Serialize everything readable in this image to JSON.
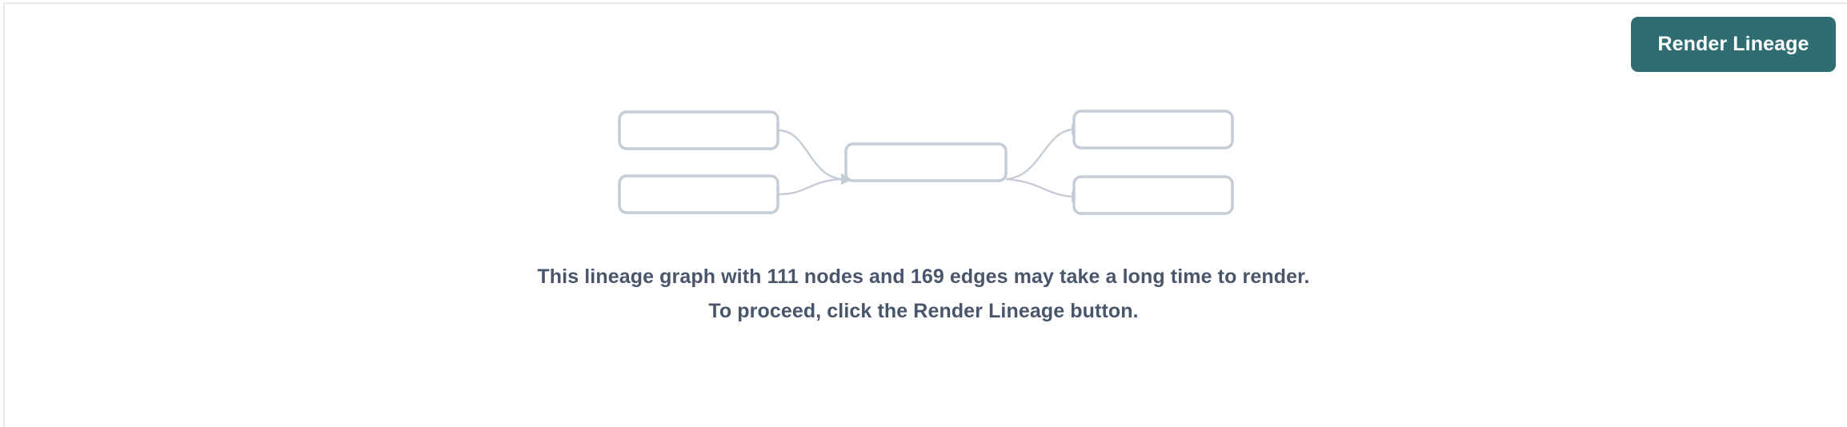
{
  "page": {
    "background_color": "#ffffff",
    "divider_color": "#e2e4e9"
  },
  "toolbar": {
    "render_lineage_label": "Render Lineage",
    "render_lineage_color": "#2f6d72",
    "render_lineage_text_color": "#ffffff"
  },
  "graph_preview": {
    "icon_name": "lineage-graph-placeholder",
    "node_border_color": "#c6ccd6",
    "node_fill_color": "#ffffff",
    "edge_color": "#c6ccd6",
    "node_count_shown": 5,
    "edge_count_shown": 4,
    "nodes": [
      {
        "id": "left-top",
        "label": ""
      },
      {
        "id": "left-bottom",
        "label": ""
      },
      {
        "id": "center",
        "label": ""
      },
      {
        "id": "right-top",
        "label": ""
      },
      {
        "id": "right-bottom",
        "label": ""
      }
    ],
    "edges": [
      {
        "from": "left-top",
        "to": "center"
      },
      {
        "from": "left-bottom",
        "to": "center"
      },
      {
        "from": "center",
        "to": "right-top"
      },
      {
        "from": "center",
        "to": "right-bottom"
      }
    ]
  },
  "message": {
    "text": "This lineage graph with 111 nodes and 169 edges may take a long time to render. To proceed, click the Render Lineage button.",
    "node_count": 111,
    "edge_count": 169,
    "text_color": "#49556a"
  }
}
